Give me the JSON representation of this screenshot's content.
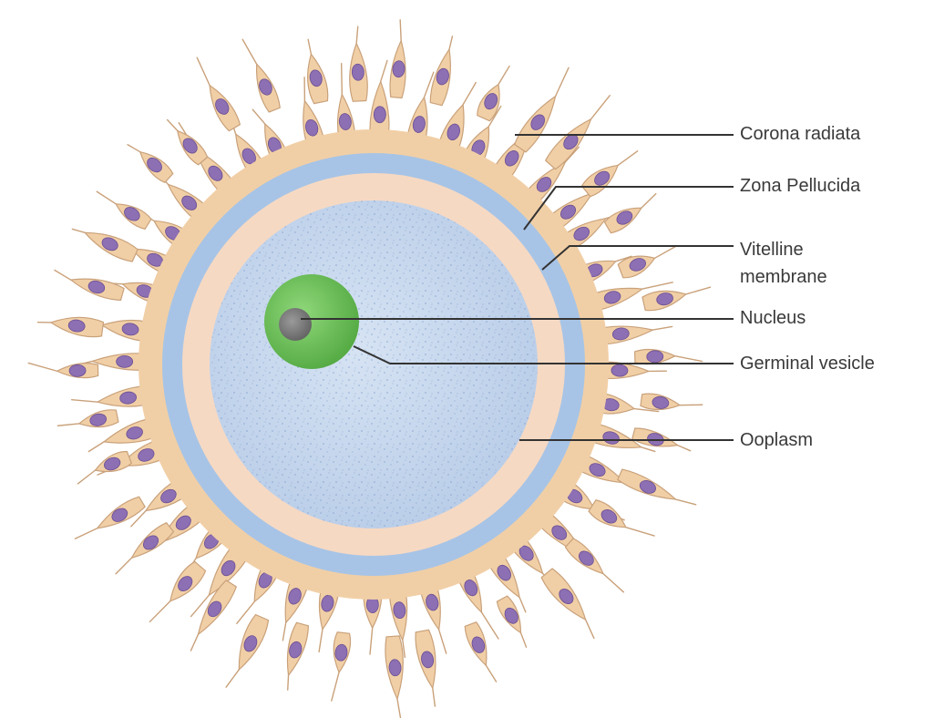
{
  "labels": {
    "corona_radiata": "Corona radiata",
    "zona_pellucida": "Zona Pellucida",
    "vitelline_line1": "Vitelline",
    "vitelline_line2": "membrane",
    "nucleus": "Nucleus",
    "germinal_vesicle": "Germinal vesicle",
    "ooplasm": "Ooplasm"
  },
  "colors": {
    "background": "#ffffff",
    "corona_cells": "#f1cfa6",
    "corona_cell_outline": "#c9a17a",
    "cell_nucleus": "#8d6fb4",
    "zona_pellucida": "#a7c4e6",
    "vitelline_layer": "#f6d9c3",
    "ooplasm": "#c3d6ee",
    "germinal_vesicle": "#6fc05a",
    "nucleus": "#7b7b7b",
    "leader_lines": "#333333",
    "label_text": "#3a3a3a"
  }
}
